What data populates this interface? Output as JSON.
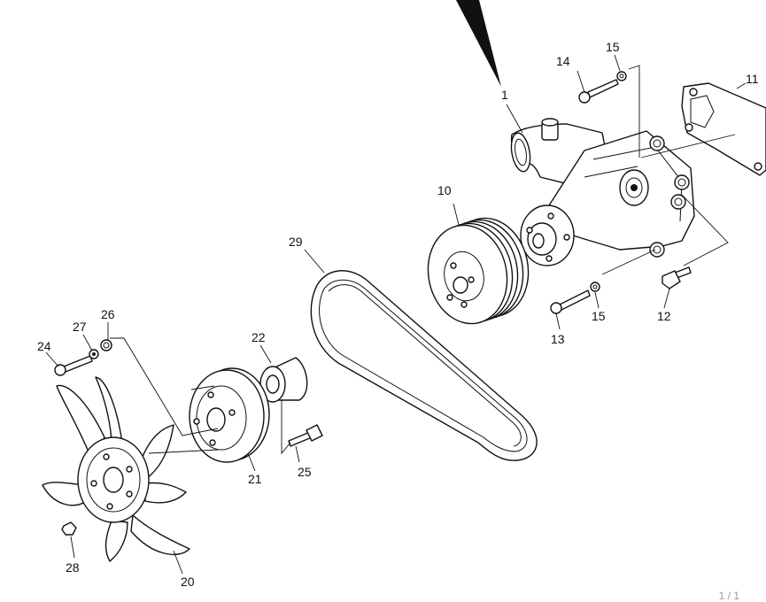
{
  "parts": [
    {
      "id": "p1",
      "label": "1"
    },
    {
      "id": "p10",
      "label": "10"
    },
    {
      "id": "p11",
      "label": "11"
    },
    {
      "id": "p12",
      "label": "12"
    },
    {
      "id": "p13",
      "label": "13"
    },
    {
      "id": "p14",
      "label": "14"
    },
    {
      "id": "p15a",
      "label": "15"
    },
    {
      "id": "p15b",
      "label": "15"
    },
    {
      "id": "p20",
      "label": "20"
    },
    {
      "id": "p21",
      "label": "21"
    },
    {
      "id": "p22",
      "label": "22"
    },
    {
      "id": "p24",
      "label": "24"
    },
    {
      "id": "p25",
      "label": "25"
    },
    {
      "id": "p26",
      "label": "26"
    },
    {
      "id": "p27",
      "label": "27"
    },
    {
      "id": "p28",
      "label": "28"
    },
    {
      "id": "p29",
      "label": "29"
    }
  ],
  "page_indicator": "1 / 1"
}
